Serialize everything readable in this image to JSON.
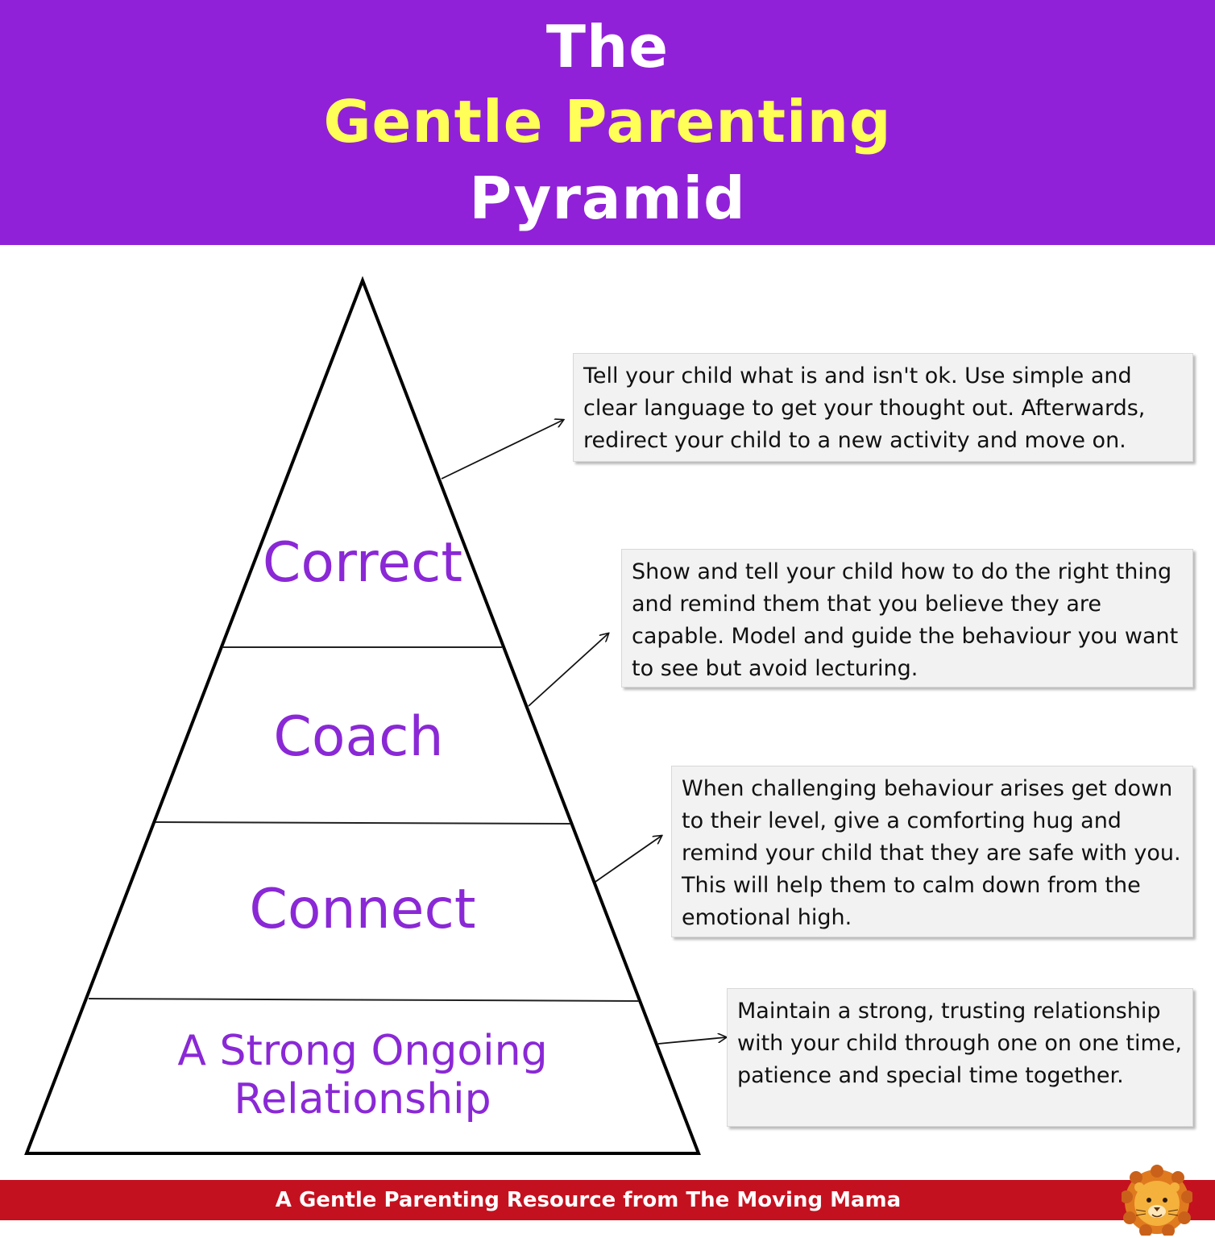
{
  "header": {
    "title_line1": "The",
    "title_line2": "Gentle Parenting",
    "title_line3": "Pyramid",
    "background_color": "#9121d8",
    "highlight_color": "#ffff57"
  },
  "pyramid": {
    "levels": [
      {
        "label": "Correct"
      },
      {
        "label": "Coach"
      },
      {
        "label": "Connect"
      },
      {
        "label": "A Strong Ongoing Relationship"
      }
    ],
    "label_color": "#8a28d6"
  },
  "callouts": [
    {
      "text": "Tell your child what is and isn't ok. Use simple and clear language to get your thought out. Afterwards, redirect your child to a new activity and move on."
    },
    {
      "text": "Show and tell your child how to do the right thing and remind them that you believe they are capable. Model and guide the behaviour you want to see but avoid lecturing."
    },
    {
      "text": "When challenging behaviour arises get down to their level, give a comforting hug and remind your child that they are safe with you. This will help them to calm down from the emotional high."
    },
    {
      "text": "Maintain a strong, trusting relationship with your child through one on one time, patience and special time together."
    }
  ],
  "footer": {
    "text": "A Gentle Parenting Resource from The Moving Mama",
    "background_color": "#c4111f",
    "logo_icon": "lion-icon"
  }
}
